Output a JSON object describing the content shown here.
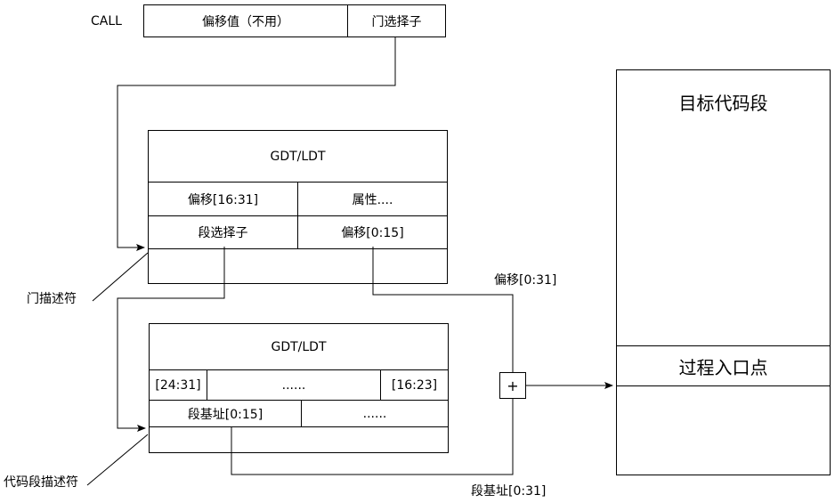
{
  "call": {
    "label": "CALL",
    "offset_field": "偏移值（不用）",
    "selector_field": "门选择子"
  },
  "gate_descriptor": {
    "title": "GDT/LDT",
    "row1_left": "偏移[16:31]",
    "row1_right": "属性....",
    "row2_left": "段选择子",
    "row2_right": "偏移[0:15]",
    "caption": "门描述符"
  },
  "code_descriptor": {
    "title": "GDT/LDT",
    "row1_left": "[24:31]",
    "row1_mid": "......",
    "row1_right": "[16:23]",
    "row2_left": "段基址[0:15]",
    "row2_right": "......",
    "caption": "代码段描述符"
  },
  "adder": {
    "symbol": "+"
  },
  "labels": {
    "offset_0_31": "偏移[0:31]",
    "base_0_31": "段基址[0:31]"
  },
  "target_segment": {
    "title": "目标代码段",
    "entry": "过程入口点"
  }
}
